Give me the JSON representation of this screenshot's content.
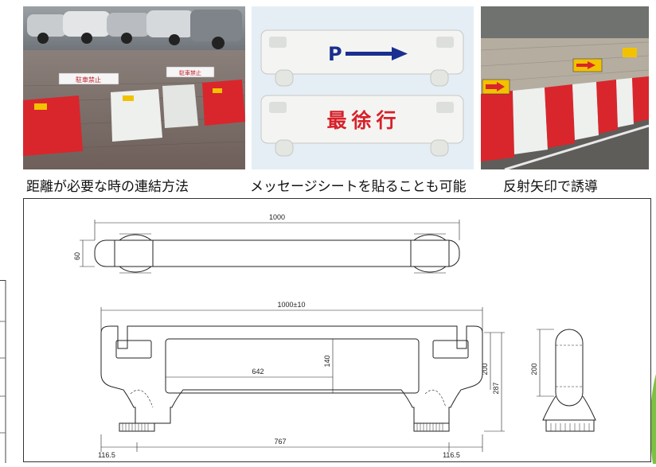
{
  "captions": [
    "距離が必要な時の連結方法",
    "メッセージシートを貼ることも可能",
    "反射矢印で誘導"
  ],
  "photo1": {
    "sign_text_1": "駐車禁止",
    "sign_text_2": "駐車禁止"
  },
  "photo2": {
    "panel_top_letter": "P",
    "panel_bottom_text": "最徐行",
    "accent_blue": "#1a2f8f",
    "accent_red": "#d8202a"
  },
  "drawing": {
    "dim_top_width": "1000",
    "dim_top_height": "60",
    "dim_front_width": "1000±10",
    "dim_panel_width": "642",
    "dim_panel_height": "140",
    "dim_front_height_200": "200",
    "dim_total_height": "287",
    "dim_foot_span": "767",
    "dim_offset_left": "116.5",
    "dim_offset_right": "116.5",
    "dim_side_height": "200"
  },
  "colors": {
    "barrier_red": "#d9262c",
    "barrier_white": "#eef0ee",
    "leaf_green": "#7cc242"
  }
}
